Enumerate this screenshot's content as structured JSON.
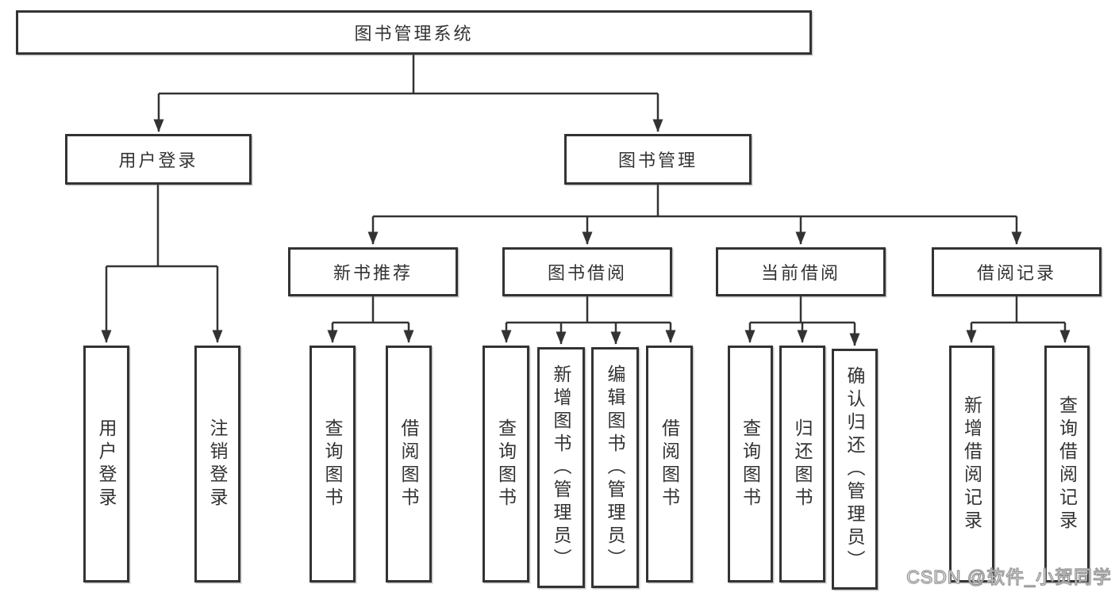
{
  "diagram": {
    "root": {
      "id": "library-management-system",
      "label": "图书管理系统"
    },
    "level2": [
      {
        "id": "user-login",
        "label": "用户登录",
        "parent": "library-management-system"
      },
      {
        "id": "book-management",
        "label": "图书管理",
        "parent": "library-management-system"
      }
    ],
    "level3": [
      {
        "id": "new-book-recommendation",
        "label": "新书推荐",
        "parent": "book-management"
      },
      {
        "id": "book-borrowing",
        "label": "图书借阅",
        "parent": "book-management"
      },
      {
        "id": "current-borrowing",
        "label": "当前借阅",
        "parent": "book-management"
      },
      {
        "id": "borrowing-records",
        "label": "借阅记录",
        "parent": "book-management"
      }
    ],
    "leaves": [
      {
        "id": "user-login-leaf",
        "label": "用户登录",
        "parent": "user-login"
      },
      {
        "id": "logout",
        "label": "注销登录",
        "parent": "user-login"
      },
      {
        "id": "query-books-recommend",
        "label": "查询图书",
        "parent": "new-book-recommendation"
      },
      {
        "id": "borrow-books-recommend",
        "label": "借阅图书",
        "parent": "new-book-recommendation"
      },
      {
        "id": "query-books-borrowing",
        "label": "查询图书",
        "parent": "book-borrowing"
      },
      {
        "id": "add-books-admin",
        "label": "新增图书（管理员）",
        "parent": "book-borrowing"
      },
      {
        "id": "edit-books-admin",
        "label": "编辑图书（管理员）",
        "parent": "book-borrowing"
      },
      {
        "id": "borrow-books-borrowing",
        "label": "借阅图书",
        "parent": "book-borrowing"
      },
      {
        "id": "query-books-current",
        "label": "查询图书",
        "parent": "current-borrowing"
      },
      {
        "id": "return-books",
        "label": "归还图书",
        "parent": "current-borrowing"
      },
      {
        "id": "confirm-return-admin",
        "label": "确认归还（管理员）",
        "parent": "current-borrowing"
      },
      {
        "id": "add-borrowing-record",
        "label": "新增借阅记录",
        "parent": "borrowing-records"
      },
      {
        "id": "query-borrowing-record",
        "label": "查询借阅记录",
        "parent": "borrowing-records"
      }
    ]
  },
  "watermark": {
    "text": "CSDN @软件_小贺同学"
  },
  "colors": {
    "line": "#333333",
    "text": "#333333",
    "background": "#ffffff",
    "watermark_fill": "#fefefe",
    "watermark_outline": "#919191"
  }
}
